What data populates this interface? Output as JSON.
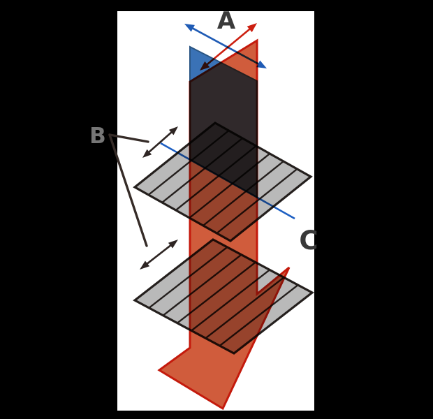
{
  "page": {
    "background": "#000000",
    "panel_background": "#ffffff"
  },
  "labels": {
    "a": "A",
    "b": "B",
    "c": "C"
  },
  "colors": {
    "label_a": "#3a3a3a",
    "label_b": "#767676",
    "label_c": "#383838",
    "beam_fill": "#d05c3c",
    "beam_stroke": "#c41a0c",
    "plane_fill": "#3a72b6",
    "plane_stroke": "#2a5583",
    "transmission_line": "#1d5fc2",
    "filter_fill": "#b9b9b9",
    "filter_stroke": "#241f1d",
    "annotation_blue": "#1f5bb5",
    "annotation_red": "#cc1f10",
    "annotation_black": "#2e2523",
    "pointer_line": "#352b27"
  }
}
